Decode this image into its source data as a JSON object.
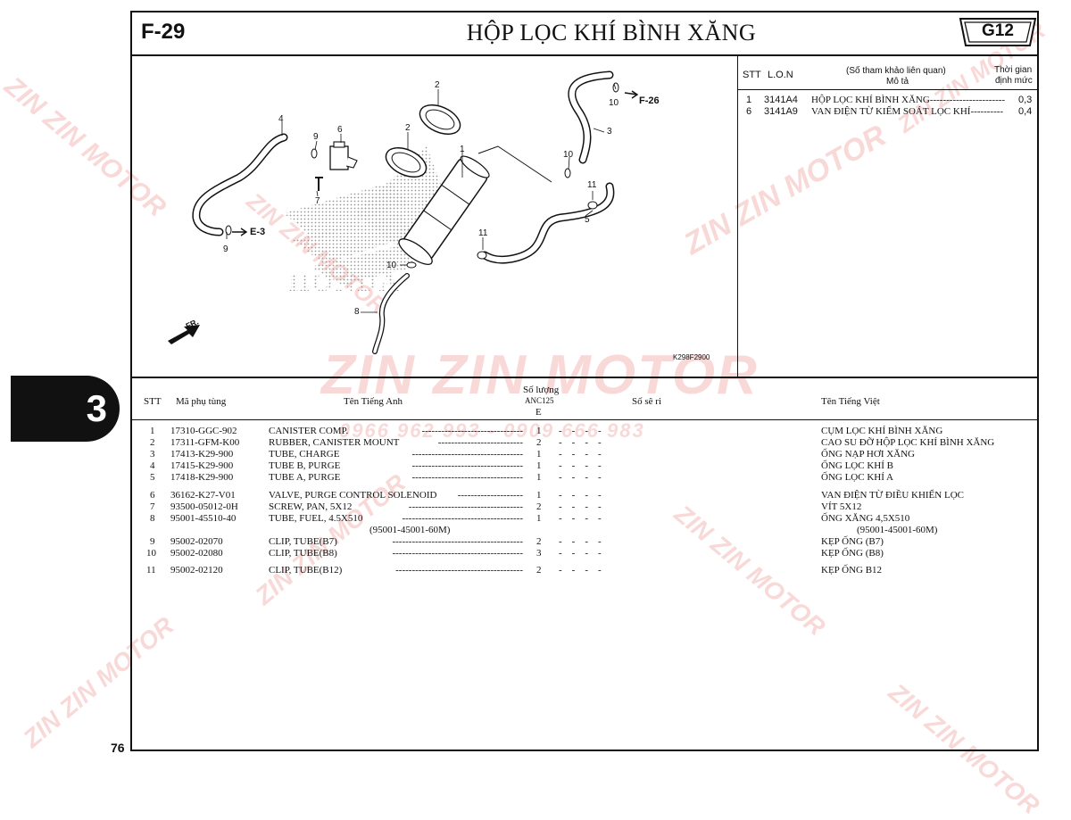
{
  "header": {
    "page_code": "F-29",
    "title": "HỘP LỌC KHÍ BÌNH XĂNG",
    "group_code": "G12"
  },
  "section_tab": "3",
  "page_number": "76",
  "diagram": {
    "figure_id": "K298F2900",
    "callouts": [
      "1",
      "2",
      "2",
      "3",
      "4",
      "5",
      "6",
      "7",
      "8",
      "9",
      "9",
      "10",
      "10",
      "10",
      "11",
      "11"
    ],
    "refs": [
      "F-26",
      "E-3"
    ],
    "direction_label": "FR.",
    "brand_logo_text": "HONDA"
  },
  "lon_table": {
    "headers": {
      "stt": "STT",
      "lon": "L.O.N",
      "ref_note": "(Số tham khảo liên quan)",
      "desc": "Mô tả",
      "time_1": "Thời gian",
      "time_2": "định mức"
    },
    "rows": [
      {
        "stt": "1",
        "lon": "3141A4",
        "desc": "HỘP LỌC KHÍ BÌNH XĂNG",
        "leader": "-----------------------",
        "time": "0,3"
      },
      {
        "stt": "6",
        "lon": "3141A9",
        "desc": "VAN ĐIỆN TỪ KIỂM SOÁT LỌC KHÍ",
        "leader": "----------",
        "time": "0,4"
      }
    ]
  },
  "parts_table": {
    "headers": {
      "stt": "STT",
      "part_no": "Mã phụ tùng",
      "name_en": "Tên Tiếng Anh",
      "qty": "Số lượng",
      "model": "ANC125",
      "variant": "E",
      "serial": "Số sê ri",
      "name_vi": "Tên Tiếng Việt"
    },
    "rows": [
      {
        "stt": "1",
        "part_no": "17310-GGC-902",
        "name_en": "CANISTER COMP.",
        "leader": "-------------------------------",
        "qty": "1",
        "dashes": "-    -    -    -",
        "name_vi": "CỤM LỌC KHÍ BÌNH XĂNG",
        "sub_en": "",
        "sub_vi": ""
      },
      {
        "stt": "2",
        "part_no": "17311-GFM-K00",
        "name_en": "RUBBER, CANISTER MOUNT",
        "leader": "--------------------------",
        "qty": "2",
        "dashes": "-    -    -    -",
        "name_vi": "CAO SU ĐỠ HỘP LỌC KHÍ BÌNH XĂNG",
        "sub_en": "",
        "sub_vi": ""
      },
      {
        "stt": "3",
        "part_no": "17413-K29-900",
        "name_en": "TUBE, CHARGE",
        "leader": "----------------------------------",
        "qty": "1",
        "dashes": "-    -    -    -",
        "name_vi": "ỐNG NẠP HƠI XĂNG",
        "sub_en": "",
        "sub_vi": ""
      },
      {
        "stt": "4",
        "part_no": "17415-K29-900",
        "name_en": "TUBE B, PURGE",
        "leader": "----------------------------------",
        "qty": "1",
        "dashes": "-    -    -    -",
        "name_vi": "ỐNG LỌC KHÍ B",
        "sub_en": "",
        "sub_vi": ""
      },
      {
        "stt": "5",
        "part_no": "17418-K29-900",
        "name_en": "TUBE A, PURGE",
        "leader": "----------------------------------",
        "qty": "1",
        "dashes": "-    -    -    -",
        "name_vi": "ỐNG LỌC KHÍ A",
        "sub_en": "",
        "sub_vi": ""
      },
      {
        "stt": "6",
        "part_no": "36162-K27-V01",
        "name_en": "VALVE, PURGE CONTROL SOLENOID",
        "leader": "--------------------",
        "qty": "1",
        "dashes": "-    -    -    -",
        "name_vi": "VAN ĐIỆN TỪ ĐIỀU KHIỂN LỌC",
        "sub_en": "",
        "sub_vi": ""
      },
      {
        "stt": "7",
        "part_no": "93500-05012-0H",
        "name_en": "SCREW, PAN, 5X12",
        "leader": "-----------------------------------",
        "qty": "2",
        "dashes": "-    -    -    -",
        "name_vi": "VÍT 5X12",
        "sub_en": "",
        "sub_vi": ""
      },
      {
        "stt": "8",
        "part_no": "95001-45510-40",
        "name_en": "TUBE, FUEL, 4.5X510",
        "leader": "-------------------------------------",
        "qty": "1",
        "dashes": "-    -    -    -",
        "name_vi": "ỐNG XĂNG 4,5X510",
        "sub_en": "(95001-45001-60M)",
        "sub_vi": "(95001-45001-60M)"
      },
      {
        "stt": "9",
        "part_no": "95002-02070",
        "name_en": "CLIP, TUBE(B7)",
        "leader": "----------------------------------------",
        "qty": "2",
        "dashes": "-    -    -    -",
        "name_vi": "KẸP ỐNG (B7)",
        "sub_en": "",
        "sub_vi": ""
      },
      {
        "stt": "10",
        "part_no": "95002-02080",
        "name_en": "CLIP, TUBE(B8)",
        "leader": "----------------------------------------",
        "qty": "3",
        "dashes": "-    -    -    -",
        "name_vi": "KẸP ỐNG (B8)",
        "sub_en": "",
        "sub_vi": ""
      },
      {
        "stt": "11",
        "part_no": "95002-02120",
        "name_en": "CLIP, TUBE(B12)",
        "leader": "---------------------------------------",
        "qty": "2",
        "dashes": "-    -    -    -",
        "name_vi": "KẸP ỐNG B12",
        "sub_en": "",
        "sub_vi": ""
      }
    ]
  },
  "watermark": {
    "brand": "ZIN ZIN MOTOR",
    "phone": "0966 962 993 - 0909 666 983",
    "color": "#d9342b"
  }
}
